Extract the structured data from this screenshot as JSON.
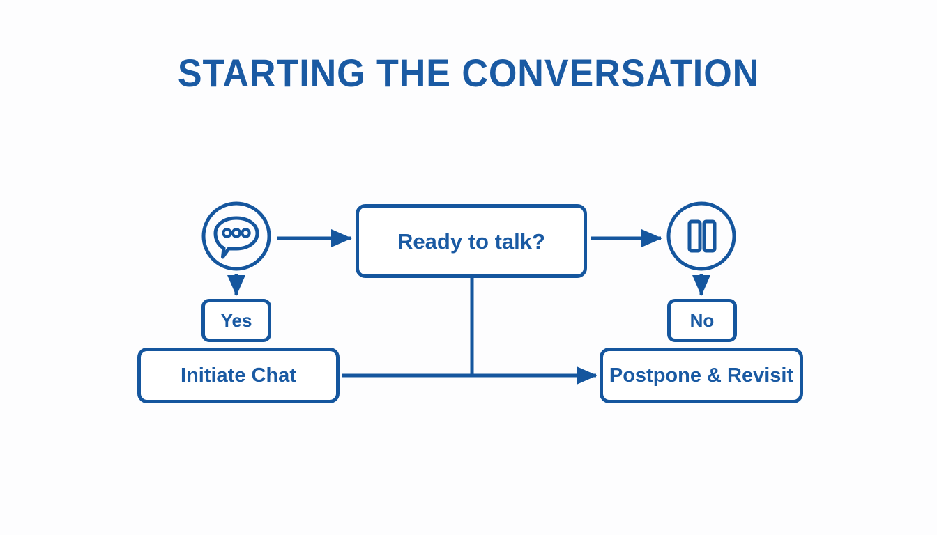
{
  "page": {
    "title": "STARTING THE CONVERSATION",
    "background_color": "#fdfdfe",
    "accent_color": "#15569e",
    "text_color": "#1a5aa3"
  },
  "diagram": {
    "type": "flowchart",
    "nodes": [
      {
        "id": "chat-icon",
        "kind": "icon",
        "icon": "chat-bubble-dots-icon",
        "label": ""
      },
      {
        "id": "decision",
        "kind": "box",
        "label": "Ready to talk?"
      },
      {
        "id": "pause-icon",
        "kind": "icon",
        "icon": "pause-circle-icon",
        "label": ""
      },
      {
        "id": "yes",
        "kind": "box",
        "label": "Yes"
      },
      {
        "id": "no",
        "kind": "box",
        "label": "No"
      },
      {
        "id": "initiate",
        "kind": "box",
        "label": "Initiate Chat"
      },
      {
        "id": "postpone",
        "kind": "box",
        "label": "Postpone & Revisit"
      }
    ],
    "edges": [
      {
        "from": "chat-icon",
        "to": "decision",
        "direction": "right",
        "arrow": true
      },
      {
        "from": "decision",
        "to": "pause-icon",
        "direction": "right",
        "arrow": true
      },
      {
        "from": "chat-icon",
        "to": "yes",
        "direction": "down",
        "arrow": true
      },
      {
        "from": "pause-icon",
        "to": "no",
        "direction": "down",
        "arrow": true
      },
      {
        "from": "decision",
        "to": "flow-line",
        "direction": "down",
        "arrow": false
      },
      {
        "from": "initiate",
        "to": "postpone",
        "direction": "right",
        "arrow": true
      }
    ]
  }
}
